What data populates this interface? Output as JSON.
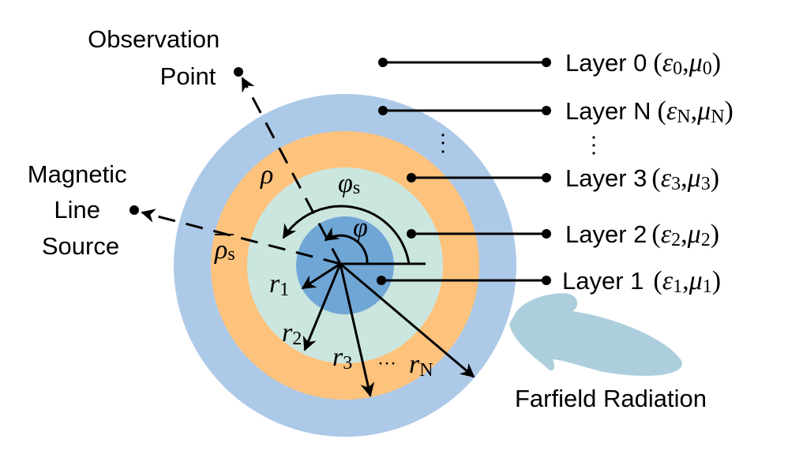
{
  "figure": {
    "colors": {
      "layer0_background": "#ffffff",
      "layerN": "#adc9e8",
      "layer3": "#fdc27c",
      "layer2": "#cbe6df",
      "layer1": "#70a6d6",
      "farfield_lobe": "#adcfdd",
      "ink": "#000000"
    },
    "labels": {
      "observation_point": [
        "Observation",
        "Point"
      ],
      "magnetic_line_source": [
        "Magnetic",
        "Line",
        "Source"
      ],
      "farfield_radiation": "Farfield Radiation"
    },
    "layers": [
      {
        "id": "layer0",
        "name": "Layer 0",
        "eps": "ε",
        "eps_sub": "0",
        "mu": "μ",
        "mu_sub": "0"
      },
      {
        "id": "layerN",
        "name": "Layer N",
        "eps": "ε",
        "eps_sub": "N",
        "mu": "μ",
        "mu_sub": "N"
      },
      {
        "id": "layer3",
        "name": "Layer 3",
        "eps": "ε",
        "eps_sub": "3",
        "mu": "μ",
        "mu_sub": "3"
      },
      {
        "id": "layer2",
        "name": "Layer 2",
        "eps": "ε",
        "eps_sub": "2",
        "mu": "μ",
        "mu_sub": "2"
      },
      {
        "id": "layer1",
        "name": "Layer 1",
        "eps": "ε",
        "eps_sub": "1",
        "mu": "μ",
        "mu_sub": "1"
      }
    ],
    "ellipsis_vertical": "⋮",
    "ellipsis_horizontal": "···",
    "symbols": {
      "rho": "ρ",
      "rho_s": "ρ",
      "rho_s_sub": "s",
      "phi": "φ",
      "phi_s": "φ",
      "phi_s_sub": "s",
      "r": "r",
      "radii_subs": [
        "1",
        "2",
        "3",
        "N"
      ]
    }
  }
}
